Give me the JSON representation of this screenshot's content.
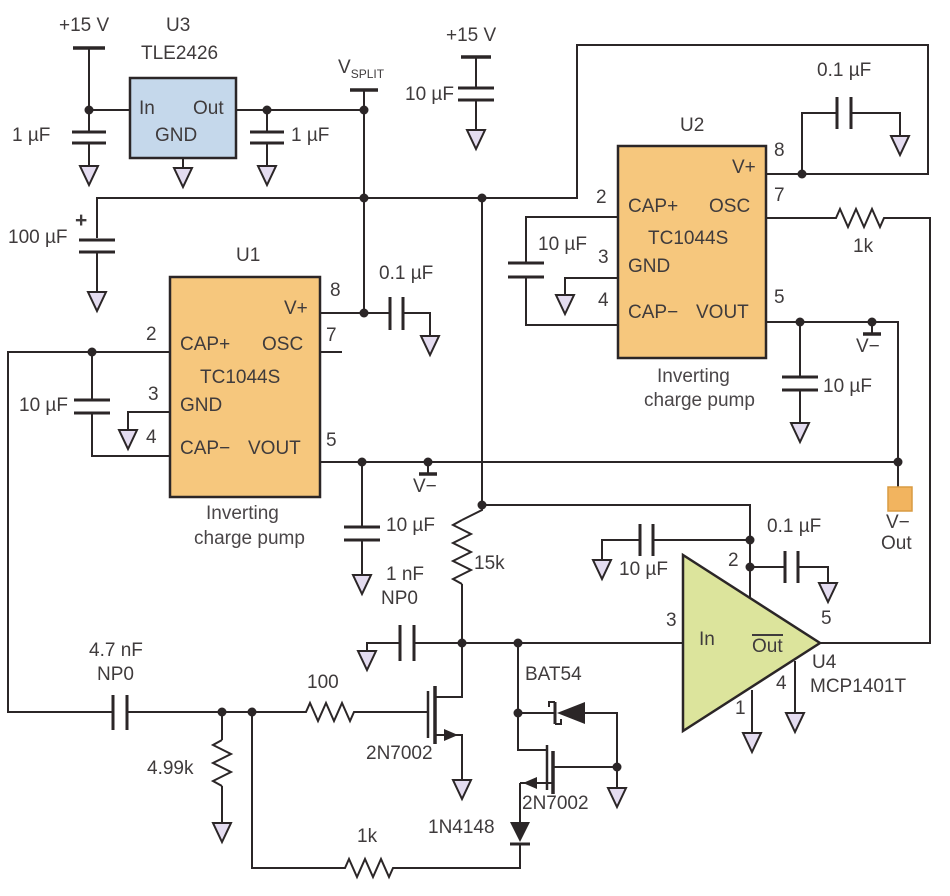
{
  "colors": {
    "wire": "#2b2627",
    "ic_orange": "#f6c77d",
    "ic_blue": "#c5d8eb",
    "driver_green": "#dce49c",
    "ground_fill": "#e4dcf0",
    "connector_orange": "#f2b45f",
    "text": "#3f3b3c"
  },
  "power": {
    "vcc_left": "+15 V",
    "vcc_mid": "+15 V",
    "vsplit_v": "V",
    "vsplit_sub": "SPLIT",
    "plus": "+",
    "cap_left": "1 µF",
    "cap_right": "1 µF",
    "cap_bulk": "100 µF",
    "cap_rail": "10 µF"
  },
  "u3": {
    "ref": "U3",
    "part": "TLE2426",
    "pin_in": "In",
    "pin_out": "Out",
    "pin_gnd": "GND"
  },
  "u1": {
    "ref": "U1",
    "part": "TC1044S",
    "pin_vplus": "V+",
    "pin_capp": "CAP+",
    "pin_osc": "OSC",
    "pin_gnd": "GND",
    "pin_capm": "CAP−",
    "pin_vout": "VOUT",
    "num_8": "8",
    "num_7": "7",
    "num_5": "5",
    "num_2": "2",
    "num_3": "3",
    "num_4": "4",
    "caption1": "Inverting",
    "caption2": "charge pump",
    "cap_bypass": "0.1 µF",
    "cap_fly": "10 µF",
    "cap_out": "10 µF",
    "vminus": "V−"
  },
  "u2": {
    "ref": "U2",
    "part": "TC1044S",
    "pin_vplus": "V+",
    "pin_capp": "CAP+",
    "pin_osc": "OSC",
    "pin_gnd": "GND",
    "pin_capm": "CAP−",
    "pin_vout": "VOUT",
    "num_8": "8",
    "num_7": "7",
    "num_5": "5",
    "num_2": "2",
    "num_3": "3",
    "num_4": "4",
    "caption1": "Inverting",
    "caption2": "charge pump",
    "cap_bypass": "0.1 µF",
    "cap_fly": "10 µF",
    "cap_out": "10 µF",
    "vminus": "V−",
    "r_osc": "1k"
  },
  "u4": {
    "ref": "U4",
    "part": "MCP1401T",
    "pin_in": "In",
    "pin_out": "Out",
    "num_1": "1",
    "num_2": "2",
    "num_3": "3",
    "num_4": "4",
    "num_5": "5",
    "cap_sup": "10 µF",
    "cap_bypass": "0.1 µF"
  },
  "mid": {
    "r_15k": "15k",
    "c_1nf": "1 nF",
    "c_1nf_type": "NP0"
  },
  "input_stage": {
    "c_47nf": "4.7 nF",
    "c_47nf_type": "NP0",
    "r_100": "100",
    "r_499k": "4.99k",
    "r_1k": "1k",
    "q1": "2N7002",
    "q2": "2N7002",
    "d_schottky": "BAT54",
    "d_si": "1N4148"
  },
  "output": {
    "vminus": "V−",
    "out": "Out"
  }
}
